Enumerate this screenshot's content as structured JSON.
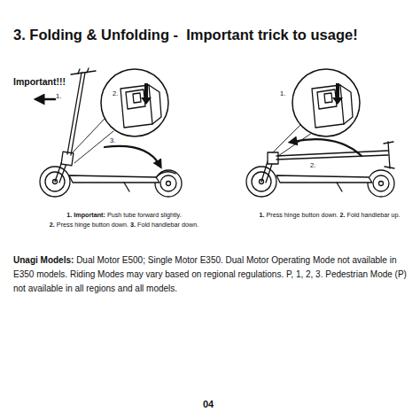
{
  "diagram": {
    "title": "3. Folding & Unfolding -  Important trick to usage!",
    "labels": [
      "Important!!!",
      "1.",
      "2.",
      "3.",
      "1.",
      "2.",
      "1. Important:",
      "Push tube forward slightly.",
      "2.",
      "Press hinge button down.",
      "3.",
      "Fold handlebar down.",
      "1.",
      "Press hinge button down.",
      "2.",
      "Fold handlebar up.",
      "Unagi Models:",
      "Dual Motor E500; Single Motor E350. Dual Motor Operating Mode not available in E350 models. Riding Modes may vary based on regional regulations. P, 1, 2, 3. Pedestrian Mode (P) not available in all regions and all models.",
      "04"
    ]
  }
}
